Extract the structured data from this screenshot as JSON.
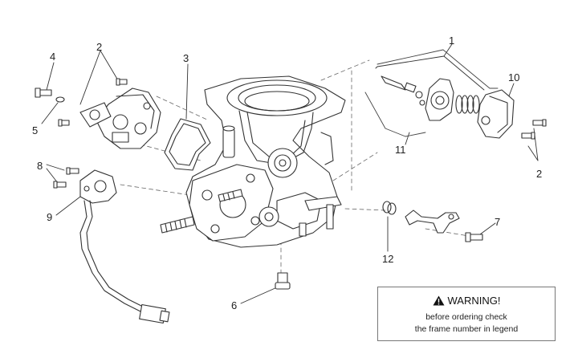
{
  "callouts": {
    "c1": "1",
    "c2a": "2",
    "c2b": "2",
    "c3": "3",
    "c4": "4",
    "c5": "5",
    "c6": "6",
    "c7": "7",
    "c8": "8",
    "c9": "9",
    "c10": "10",
    "c11": "11",
    "c12": "12"
  },
  "warning": {
    "title": "WARNING!",
    "line1": "before ordering check",
    "line2": "the frame number in legend",
    "icon": "warning-triangle-icon"
  },
  "colors": {
    "line": "#333333",
    "fill": "#ffffff"
  }
}
